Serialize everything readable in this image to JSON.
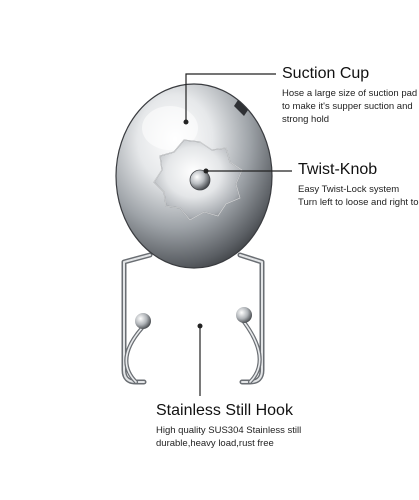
{
  "callouts": {
    "suction_cup": {
      "title": "Suction Cup",
      "desc_lines": [
        "Hose a large size of suction pad",
        "to make it's supper suction and",
        "strong hold"
      ]
    },
    "twist_knob": {
      "title": "Twist-Knob",
      "desc_lines": [
        "Easy Twist-Lock system",
        "Turn left to loose and right to lock"
      ]
    },
    "hook": {
      "title": "Stainless Still Hook",
      "desc_lines": [
        "High quality SUS304 Stainless still",
        "durable,heavy load,rust free"
      ]
    }
  },
  "colors": {
    "background": "#ffffff",
    "text": "#111111",
    "leader_line": "#222222",
    "chrome_light": "#ffffff",
    "chrome_mid": "#bfc3c8",
    "chrome_dark": "#4a4d52"
  },
  "product": {
    "name": "suction cup hook",
    "parts": [
      "suction-cup",
      "twist-knob",
      "stainless-hook"
    ]
  }
}
